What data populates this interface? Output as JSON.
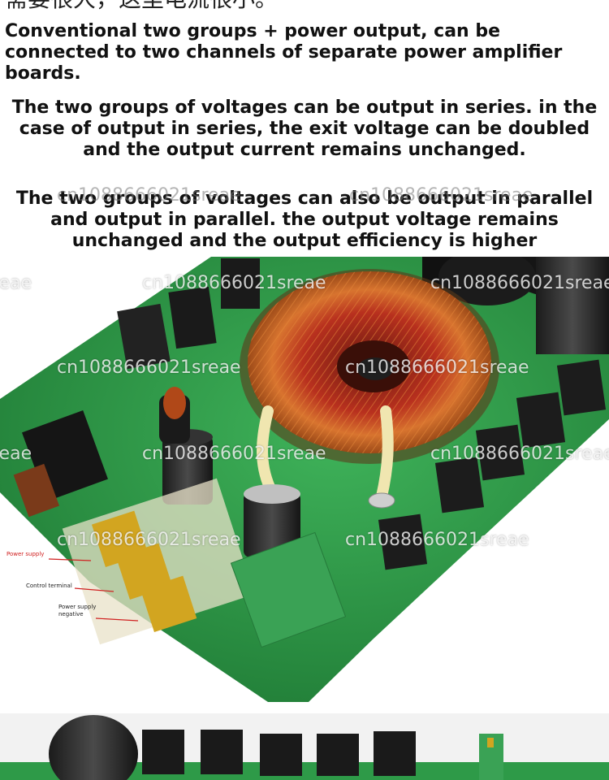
{
  "heading_cut": "需要很大，这里电流很小。",
  "paragraphs": {
    "p1": "Conventional two groups + power output, can be connected to two channels of separate power amplifier boards.",
    "p2": "The two groups of voltages can be output in series. in the case of output in series, the exit voltage can be doubled and the output current remains unchanged.",
    "p3": "The two groups of voltages can also be output in parallel and output in parallel. the output voltage remains unchanged and the output efficiency is higher"
  },
  "watermark": "cn1088666021sreae",
  "watermark_partial": "reae",
  "callouts": {
    "power_supply": "Power supply",
    "control_terminal": "Control terminal",
    "power_supply_negative": "Power supply negative"
  },
  "colors": {
    "pcb_green": "#2e9a48",
    "copper": "#c0602a",
    "arrow_red": "#d02020"
  }
}
